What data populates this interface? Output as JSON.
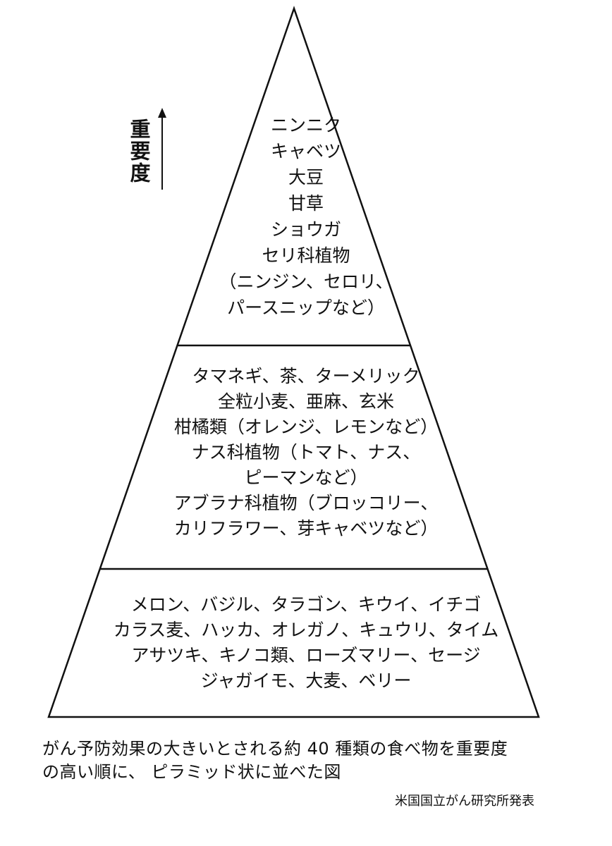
{
  "importance_label": "重要度",
  "tiers": [
    {
      "lines": [
        "ニンニク",
        "キャベツ",
        "大豆",
        "甘草",
        "ショウガ",
        "セリ科植物",
        "（ニンジン、セロリ、",
        "パースニップなど）"
      ]
    },
    {
      "lines": [
        "タマネギ、茶、ターメリック",
        "全粒小麦、亜麻、玄米",
        "柑橘類（オレンジ、レモンなど）",
        "ナス科植物（トマト、ナス、",
        "ピーマンなど）",
        "アブラナ科植物（ブロッコリー、",
        "カリフラワー、芽キャベツなど）"
      ]
    },
    {
      "lines": [
        "メロン、バジル、タラゴン、キウイ、イチゴ",
        "カラス麦、ハッカ、オレガノ、キュウリ、タイム",
        "アサツキ、キノコ類、ローズマリー、セージ",
        "ジャガイモ、大麦、ベリー"
      ]
    }
  ],
  "caption": {
    "line1": "がん予防効果の大きいとされる約 40 種類の食べ物を重要度",
    "line2": "の高い順に、 ピラミッド状に並べた図"
  },
  "source": "米国国立がん研究所発表"
}
